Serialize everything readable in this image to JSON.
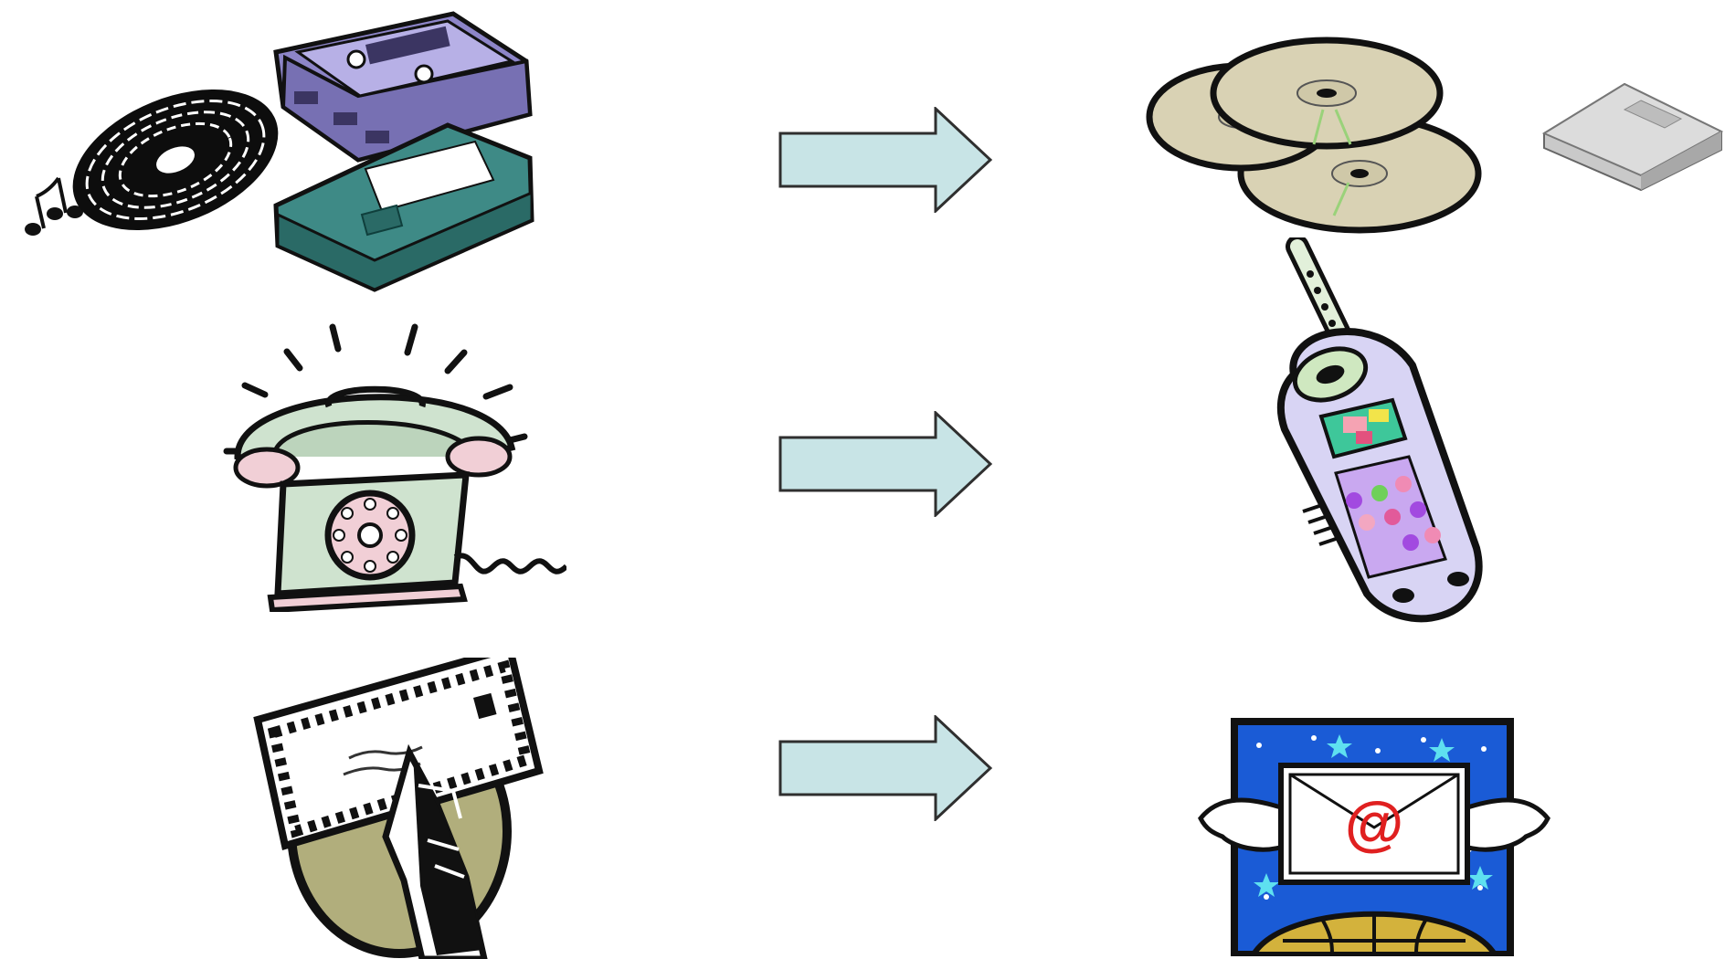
{
  "colors": {
    "arrow_fill": "#c8e4e6",
    "arrow_stroke": "#2f2f2f",
    "cassette": "#8d85c8",
    "vhs": "#3e8a86",
    "phone_body": "#cfe3cf",
    "cd": "#d9d2b4",
    "mobile": "#d8d4f4",
    "email_bg": "#1a5bd6",
    "globe": "#d3b23c",
    "mail_disc": "#b1ae7c"
  },
  "rows": [
    {
      "old": {
        "name": "record-cassette-vhs-clipart",
        "icons": [
          "music-notes-icon",
          "vinyl-record-icon",
          "audio-cassette-icon",
          "vhs-tape-icon"
        ]
      },
      "arrow": "right-arrow-icon",
      "new": {
        "name": "cds-floppy-clipart",
        "icons": [
          "compact-disc-icon",
          "floppy-disk-icon"
        ]
      }
    },
    {
      "old": {
        "name": "rotary-telephone-clipart",
        "icons": [
          "rotary-phone-icon"
        ]
      },
      "arrow": "right-arrow-icon",
      "new": {
        "name": "mobile-phone-clipart",
        "icons": [
          "cell-phone-icon"
        ]
      }
    },
    {
      "old": {
        "name": "postal-letter-clipart",
        "icons": [
          "hand-holding-envelope-icon"
        ]
      },
      "arrow": "right-arrow-icon",
      "new": {
        "name": "email-clipart",
        "icons": [
          "winged-email-icon"
        ]
      }
    }
  ],
  "email_symbol": "@"
}
